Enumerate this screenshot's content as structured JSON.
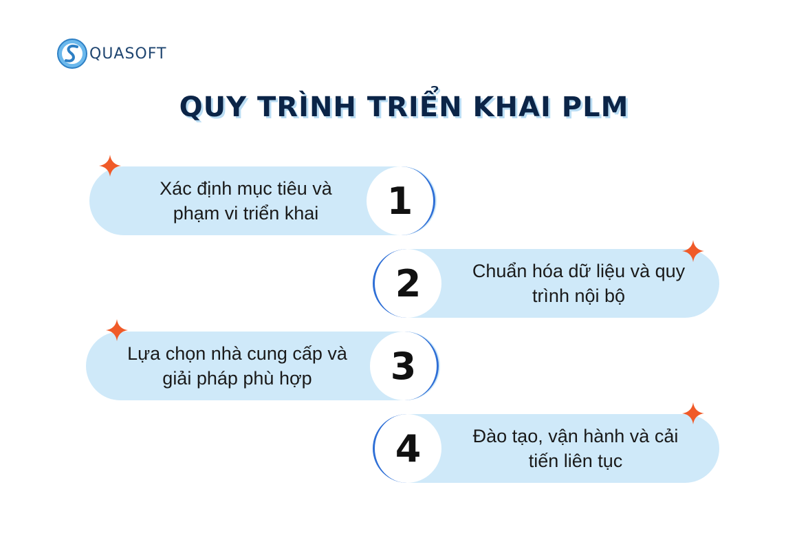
{
  "brand": {
    "name": "QUASOFT"
  },
  "title": "QUY TRÌNH TRIỂN KHAI PLM",
  "steps": [
    {
      "number": "1",
      "line1": "Xác định mục tiêu và",
      "line2": "phạm vi triển khai"
    },
    {
      "number": "2",
      "line1": "Chuẩn hóa dữ liệu và quy",
      "line2": "trình nội bộ"
    },
    {
      "number": "3",
      "line1": "Lựa chọn nhà cung cấp và",
      "line2": "giải pháp phù hợp"
    },
    {
      "number": "4",
      "line1": "Đào tạo, vận hành và cải",
      "line2": "tiến liên tục"
    }
  ],
  "colors": {
    "pill": "#cfe9f9",
    "ring": "#2f6fd6",
    "title": "#0b2447",
    "spark": "#f05a28"
  }
}
